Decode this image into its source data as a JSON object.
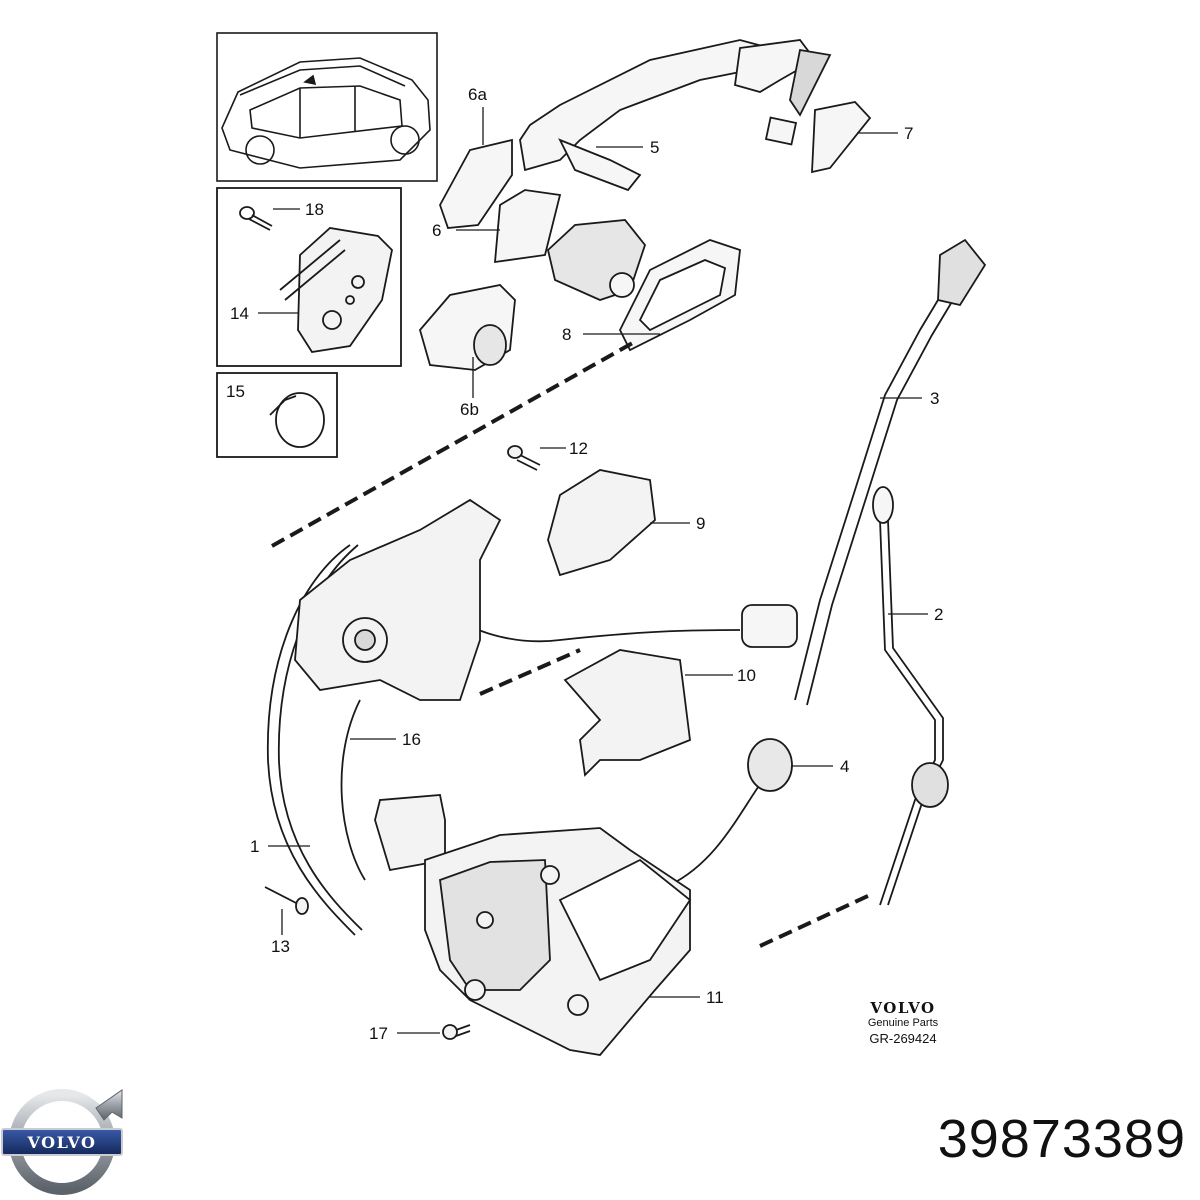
{
  "diagram": {
    "callouts": {
      "c1": "1",
      "c2": "2",
      "c3": "3",
      "c4": "4",
      "c5": "5",
      "c6": "6",
      "c6a": "6a",
      "c6b": "6b",
      "c7": "7",
      "c8": "8",
      "c9": "9",
      "c10": "10",
      "c11": "11",
      "c12": "12",
      "c13": "13",
      "c14": "14",
      "c15": "15",
      "c16": "16",
      "c17": "17",
      "c18": "18"
    },
    "genuine_brand": "VOLVO",
    "genuine_text": "Genuine Parts",
    "drawing_ref": "GR-269424"
  },
  "footer": {
    "logo_wordmark": "VOLVO",
    "part_number": "39873389"
  },
  "colors": {
    "line": "#1a1a1a",
    "shade": "#cfcfcf",
    "logo_blue": "#1e3a7a",
    "logo_metal": "#8a8f96"
  }
}
